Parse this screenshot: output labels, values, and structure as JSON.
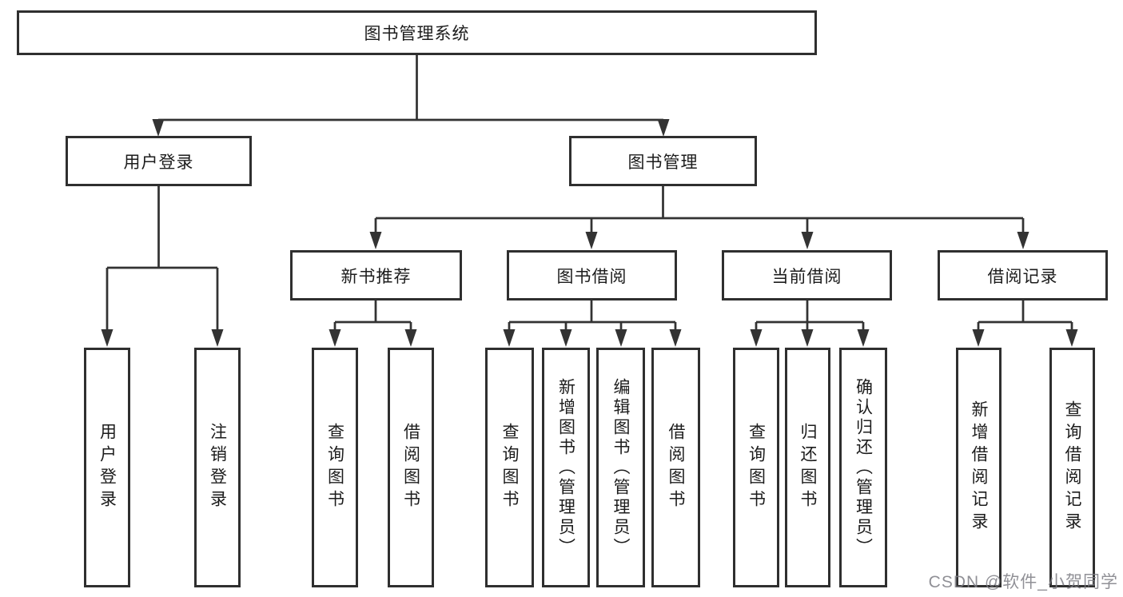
{
  "diagram": {
    "title": "图书管理系统",
    "root": {
      "label": "图书管理系统"
    },
    "level2": [
      {
        "label": "用户登录"
      },
      {
        "label": "图书管理"
      }
    ],
    "level3": [
      {
        "label": "新书推荐"
      },
      {
        "label": "图书借阅"
      },
      {
        "label": "当前借阅"
      },
      {
        "label": "借阅记录"
      }
    ],
    "leaves": {
      "user_login": [
        "用户登录",
        "注销登录"
      ],
      "new_book": [
        "查询图书",
        "借阅图书"
      ],
      "book_borrow": [
        "查询图书",
        "新增图书（管理员）",
        "编辑图书（管理员）",
        "借阅图书"
      ],
      "current_borrow": [
        "查询图书",
        "归还图书",
        "确认归还（管理员）"
      ],
      "borrow_record": [
        "新增借阅记录",
        "查询借阅记录"
      ]
    }
  },
  "watermark": {
    "text": "CSDN @软件_小贺同学"
  },
  "colors": {
    "line": "#333333",
    "border": "#2f2f2f",
    "text": "#1c1c1c",
    "watermark": "#7d7d84",
    "background": "#ffffff"
  }
}
